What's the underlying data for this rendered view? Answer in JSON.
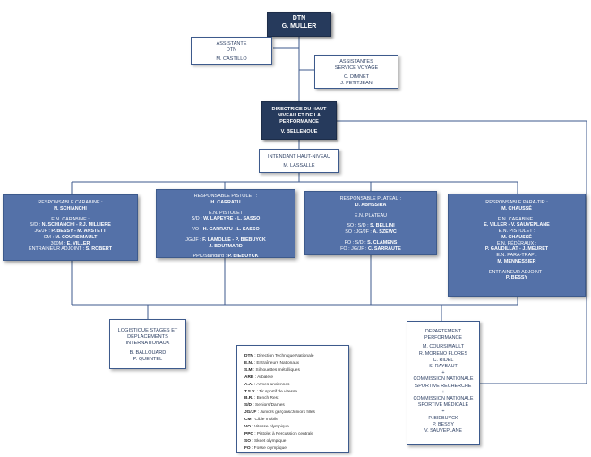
{
  "dtn": {
    "title": "DTN",
    "name": "G. MULLER"
  },
  "assistante_dtn": {
    "role": "ASSISTANTE",
    "role2": "DTN",
    "name": "M. CASTILLO"
  },
  "assistantes_voyage": {
    "role": "ASSISTANTES",
    "role2": "SERVICE VOYAGE",
    "names": [
      "C. DIMNET",
      "J. PETITJEAN"
    ]
  },
  "directrice": {
    "title": "DIRECTRICE DU HAUT NIVEAU ET DE LA PERFORMANCE",
    "name": "V. BELLENOUE"
  },
  "intendant": {
    "role": "INTENDANT HAUT-NIVEAU",
    "name": "M. LASSALLE"
  },
  "carabine": [
    {
      "label": "RESPONSABLE CARABINE :",
      "value": ""
    },
    {
      "label": "",
      "value": "N. SCHIANCHI"
    },
    {
      "label": "",
      "value": ""
    },
    {
      "label": "E.N. CARABINE :",
      "value": ""
    },
    {
      "label": "S/D : ",
      "value": "N. SCHIANCHI - P.J. MILLIERE"
    },
    {
      "label": "JG/JF : ",
      "value": "P. BESSY - M. ANSTETT"
    },
    {
      "label": "CM : ",
      "value": "M. COURSIMAULT"
    },
    {
      "label": "300M : ",
      "value": "E. VILLER"
    },
    {
      "label": "ENTRAINEUR ADJOINT : ",
      "value": "S. ROBERT"
    }
  ],
  "pistolet": [
    {
      "label": "RESPONSABLE PISTOLET :",
      "value": ""
    },
    {
      "label": "",
      "value": "H. CARRATU"
    },
    {
      "label": "",
      "value": ""
    },
    {
      "label": "E.N. PISTOLET",
      "value": ""
    },
    {
      "label": "S/D : ",
      "value": "W. LAPEYRE - L. SASSO"
    },
    {
      "label": "",
      "value": ""
    },
    {
      "label": "VO : ",
      "value": "H. CARRATU - L. SASSO"
    },
    {
      "label": "",
      "value": ""
    },
    {
      "label": "JG/JF : ",
      "value": "F. LAMOLLE - P. BIEBUYCK"
    },
    {
      "label": "",
      "value": "J. BOUTMARD"
    },
    {
      "label": "",
      "value": ""
    },
    {
      "label": "PPC/Standard : ",
      "value": "P. BIEBUYCK"
    }
  ],
  "plateau": [
    {
      "label": "RESPONSABLE PLATEAU :",
      "value": ""
    },
    {
      "label": "",
      "value": "D. ABHSSIRA"
    },
    {
      "label": "",
      "value": ""
    },
    {
      "label": "E.N. PLATEAU",
      "value": ""
    },
    {
      "label": "",
      "value": ""
    },
    {
      "label": "SO : S/D : ",
      "value": "S. BELLINI"
    },
    {
      "label": "SO : JG/JF : ",
      "value": "A. SZEWC"
    },
    {
      "label": "",
      "value": ""
    },
    {
      "label": "FO : S/D : ",
      "value": "S. CLAMENS"
    },
    {
      "label": "FO : JG/JF : ",
      "value": "C. SARRAUTE"
    }
  ],
  "paratir": [
    {
      "label": "RESPONSABLE PARA-TIR :",
      "value": ""
    },
    {
      "label": "",
      "value": "M. CHAUSSÉ"
    },
    {
      "label": "",
      "value": ""
    },
    {
      "label": "E.N. CARABINE :",
      "value": ""
    },
    {
      "label": "",
      "value": "E. VILLER - V. SAUVEPLANE"
    },
    {
      "label": "E.N. PISTOLET :",
      "value": ""
    },
    {
      "label": "",
      "value": "M. CHAUSSÉ"
    },
    {
      "label": "E.N. FÉDÉRAUX :",
      "value": ""
    },
    {
      "label": "",
      "value": "P. GAUDILLAT - J. MEURET"
    },
    {
      "label": "E.N. PARA-TRAP :",
      "value": ""
    },
    {
      "label": "",
      "value": "M. MENNESSIER"
    },
    {
      "label": "",
      "value": ""
    },
    {
      "label": "ENTRAINEUR ADJOINT :",
      "value": ""
    },
    {
      "label": "",
      "value": "P. BESSY"
    }
  ],
  "logistique": {
    "title1": "LOGISTIQUE STAGES ET",
    "title2": "DÉPLACEMENTS",
    "title3": "INTERNATIONAUX",
    "names": [
      "B. BALLOUARD",
      "P. QUENTEL"
    ]
  },
  "departement": {
    "lines": [
      "DEPARTEMENT",
      "PERFORMANCE",
      "",
      "M. COURSIMAULT",
      "R. MORENO FLORES",
      "C. RIDEL",
      "S. RAYBAUT",
      "+",
      "COMMISSION NATIONALE",
      "SPORTIVE RECHERCHE",
      "+",
      "COMMISSION NATIONALE",
      "SPORTIVE MÉDICALE",
      "+",
      "P. BIEBUYCK",
      "P. BESSY",
      "V. SAUVEPLANE"
    ]
  },
  "legend": [
    {
      "abbr": "DTN",
      "def": "Direction Technique Nationale"
    },
    {
      "abbr": "E.N.",
      "def": "Entraîneurs Nationaux"
    },
    {
      "abbr": "S.M",
      "def": "Silhouettes métalliques"
    },
    {
      "abbr": "ARB",
      "def": "Arbalète"
    },
    {
      "abbr": "A.A.",
      "def": "Armes anciennes"
    },
    {
      "abbr": "T.S.V.",
      "def": "Tir sportif de vitesse"
    },
    {
      "abbr": "B.R.",
      "def": "Bench Rest"
    },
    {
      "abbr": "S/D",
      "def": "Seniors/Dames"
    },
    {
      "abbr": "JG/JF",
      "def": "Juniors garçons/Juniors filles"
    },
    {
      "abbr": "CM",
      "def": "Cible mobile"
    },
    {
      "abbr": "VO",
      "def": "Vitesse olympique"
    },
    {
      "abbr": "PPC",
      "def": "Pistolet à Percussion centrale"
    },
    {
      "abbr": "SO",
      "def": "Skeet olympique"
    },
    {
      "abbr": "FO",
      "def": "Fosse olympique"
    }
  ],
  "colors": {
    "dark": "#263a5c",
    "mid": "#5471a8",
    "line": "#3d5a8c"
  }
}
